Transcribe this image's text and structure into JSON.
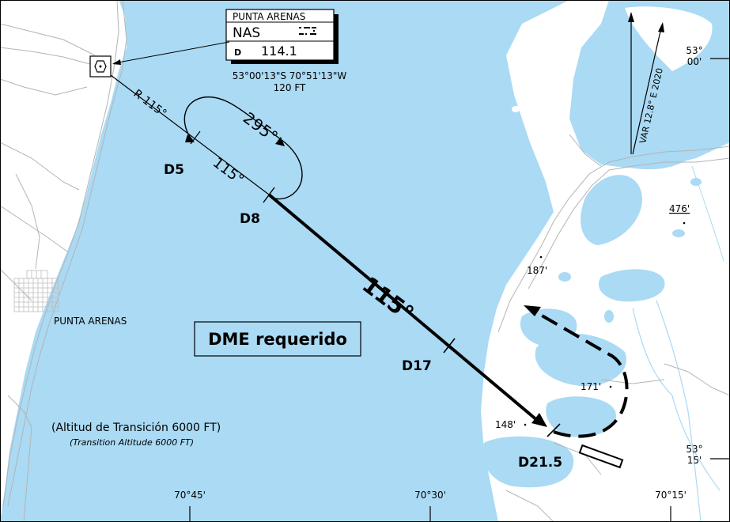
{
  "navaid": {
    "name": "PUNTA ARENAS",
    "ident": "NAS",
    "prefix": "D",
    "frequency": "114.1",
    "coordinates": "53°00'13\"S 70°51'13\"W",
    "elevation": "120 FT"
  },
  "procedure": {
    "radial_label": "R 115°",
    "inbound_course": "115°",
    "holding_outbound": "295°",
    "holding_inbound": "115°",
    "dme_fixes": [
      "D5",
      "D8",
      "D17",
      "D21.5"
    ],
    "dme_note": "DME requerido"
  },
  "variation": "VAR 12.8° E 2020",
  "city_label": "PUNTA ARENAS",
  "transition_altitude": {
    "spanish": "(Altitud de Transición 6000 FT)",
    "english": "(Transition Altitude 6000 FT)"
  },
  "spot_elevations": [
    "476'",
    "187'",
    "171'",
    "148'"
  ],
  "longitude_ticks": [
    "70°45'",
    "70°30'",
    "70°15'"
  ],
  "latitude_ticks": [
    "53° 00'",
    "53° 15'"
  ],
  "colors": {
    "water": "#aadaf4",
    "land": "#ffffff",
    "road": "#b4b4b4",
    "track": "#000000"
  }
}
